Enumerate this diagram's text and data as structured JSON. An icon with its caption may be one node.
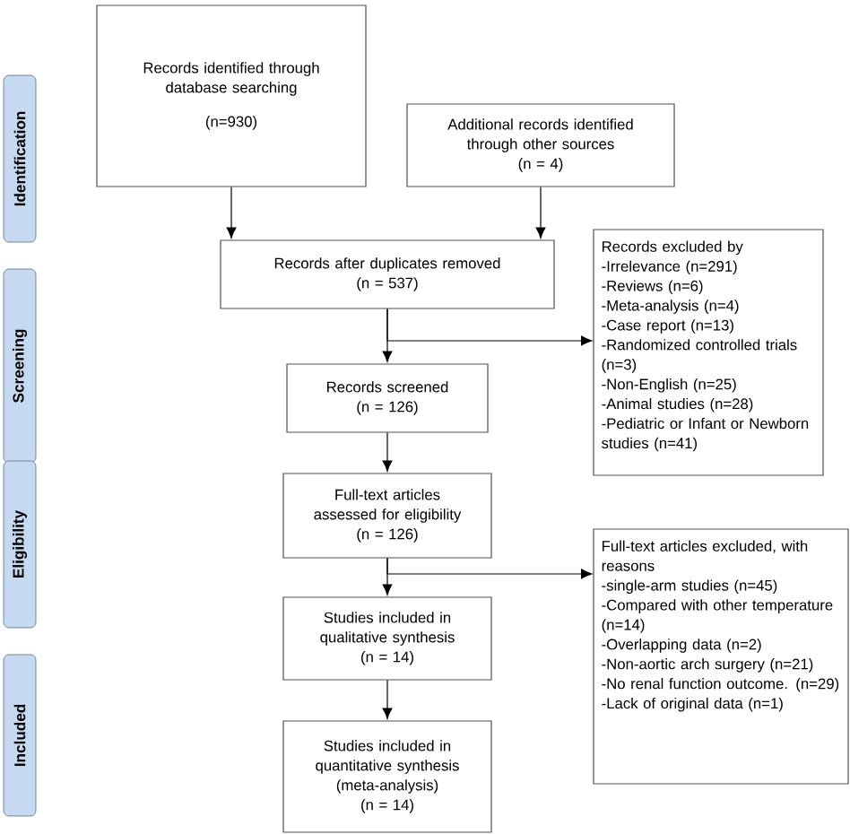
{
  "diagram": {
    "nodes": [
      {
        "text": [
          "Records identified through database searching",
          "(n=930)"
        ]
      },
      {
        "text": [
          "Additional records identified through other sources",
          "(n = 4)"
        ]
      },
      {
        "text": [
          "Records after duplicates removed",
          "(n = 537)"
        ]
      },
      {
        "text": [
          "Records excluded by",
          "-Irrelevance (n=291)",
          "-Reviews (n=6)",
          "-Meta-analysis (n=4)",
          "-Case report (n=13)",
          "-Randomized controlled trials (n=3)",
          "-Non-English (n=25)",
          "-Animal studies (n=28)",
          "-Pediatric or Infant or Newborn studies (n=41)"
        ]
      },
      {
        "text": [
          "Records screened",
          "(n = 126)"
        ]
      },
      {
        "text": [
          "Full-text articles assessed for eligibility",
          "(n = 126)"
        ]
      },
      {
        "text": [
          "Full-text articles excluded, with reasons",
          "-single-arm studies (n=45)",
          "-Compared with other temperature (n=14)",
          "-Overlapping data (n=2)",
          "-Non-aortic arch surgery (n=21)",
          "-No renal function outcome. (n=29)",
          "-Lack of original data (n=1)"
        ]
      },
      {
        "text": [
          "Studies included in qualitative synthesis",
          "(n = 14)"
        ]
      },
      {
        "text": [
          "Studies included in quantitative synthesis (meta-analysis)",
          "(n = 14)"
        ]
      },
      {
        "text": [
          "Identification"
        ]
      },
      {
        "text": [
          "Screening"
        ]
      },
      {
        "text": [
          "Eligibility"
        ]
      },
      {
        "text": [
          "Included"
        ]
      }
    ],
    "edges": [
      {
        "from": 0,
        "to": 2,
        "arrow": "to"
      },
      {
        "from": 1,
        "to": 2,
        "arrow": "to"
      },
      {
        "from": 2,
        "to": 4,
        "arrow": "to"
      },
      {
        "from": 2,
        "to": 3,
        "arrow": "to"
      },
      {
        "from": 4,
        "to": 5,
        "arrow": "to"
      },
      {
        "from": 5,
        "to": 7,
        "arrow": "to"
      },
      {
        "from": 5,
        "to": 6,
        "arrow": "to"
      },
      {
        "from": 7,
        "to": 8,
        "arrow": "to"
      }
    ]
  }
}
